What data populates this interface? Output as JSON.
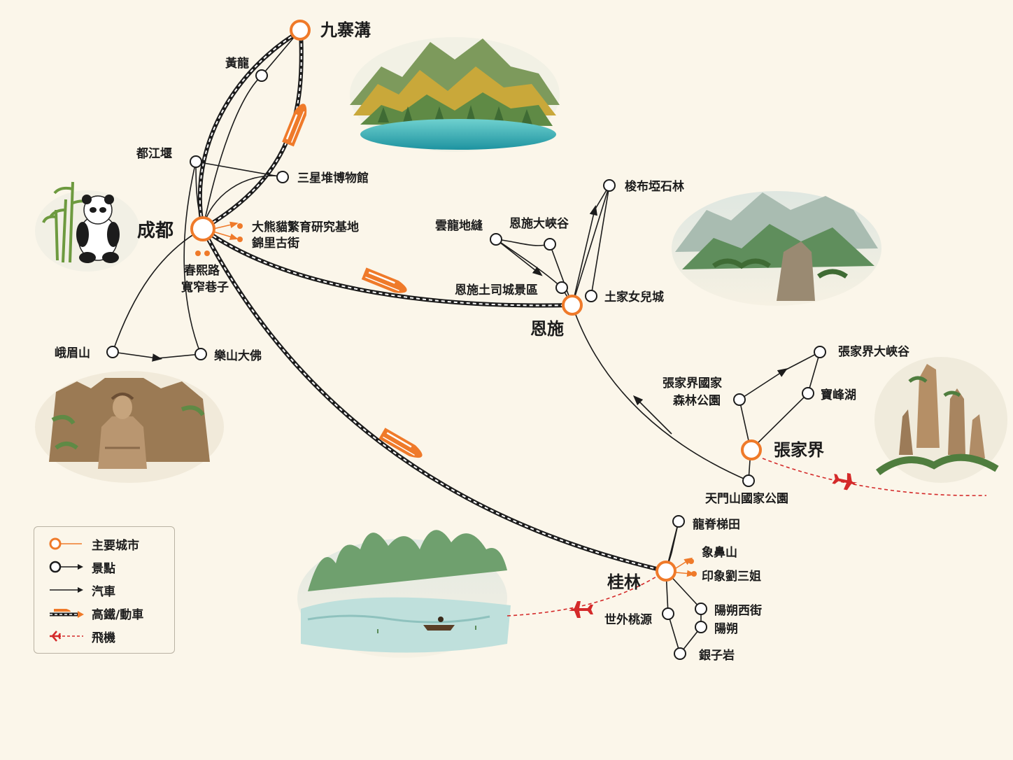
{
  "colors": {
    "background": "#fbf6ea",
    "city_ring": "#ef7a2a",
    "bus_line": "#1c1c1c",
    "rail_dash": "#ffffff",
    "flight": "#d42a2a",
    "water": "#3fb6b9"
  },
  "cities": {
    "chengdu": "成都",
    "jiuzhaigou": "九寨溝",
    "enshi": "恩施",
    "zhangjiajie": "張家界",
    "guilin": "桂林"
  },
  "sights": {
    "huanglong": "黃龍",
    "dujiangyan": "都江堰",
    "sanxingdui": "三星堆博物館",
    "panda_base": "大熊貓繁育研究基地",
    "jinli": "錦里古街",
    "chunxi": "春熙路",
    "kuanzhai": "寬窄巷子",
    "emeishan": "峨眉山",
    "leshan": "樂山大佛",
    "suobuya": "梭布埡石林",
    "yunlong": "雲龍地縫",
    "enshi_canyon": "恩施大峽谷",
    "tusi": "恩施土司城景區",
    "tujia": "土家女兒城",
    "zjj_canyon": "張家界大峽谷",
    "zjj_forest_1": "張家界國家",
    "zjj_forest_2": "森林公園",
    "baofeng": "寶峰湖",
    "tianmen": "天門山國家公園",
    "longji": "龍脊梯田",
    "xiangbi": "象鼻山",
    "liusanjie": "印象劉三姐",
    "yangshuo_west": "陽朔西街",
    "yangshuo": "陽朔",
    "shiwai": "世外桃源",
    "yinziyan": "銀子岩"
  },
  "legend": {
    "items": [
      {
        "icon": "city-ring-icon",
        "label": "主要城市"
      },
      {
        "icon": "sight-ring-icon",
        "label": "景點"
      },
      {
        "icon": "bus-arrow-icon",
        "label": "汽車"
      },
      {
        "icon": "rail-train-icon",
        "label": "高鐵/動車"
      },
      {
        "icon": "plane-icon",
        "label": "飛機"
      }
    ]
  }
}
